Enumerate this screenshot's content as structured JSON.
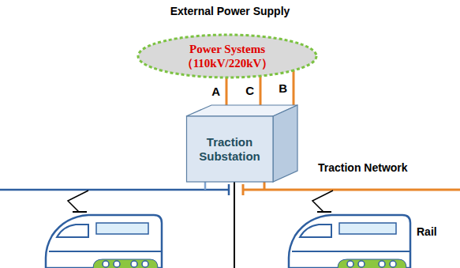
{
  "diagram": {
    "title": "External Power Supply",
    "nodes": [
      {
        "text": [
          "Power Systems",
          "（110kV/220kV）"
        ]
      },
      {
        "text": [
          "Traction Substation"
        ]
      }
    ],
    "edges": [
      {
        "from": 0,
        "to": 1,
        "arrow": "none",
        "label": "A"
      },
      {
        "from": 0,
        "to": 1,
        "arrow": "none",
        "label": "C"
      },
      {
        "from": 0,
        "to": 1,
        "arrow": "none",
        "label": "B"
      }
    ],
    "labels": [
      "Traction Network",
      "Rail"
    ]
  }
}
